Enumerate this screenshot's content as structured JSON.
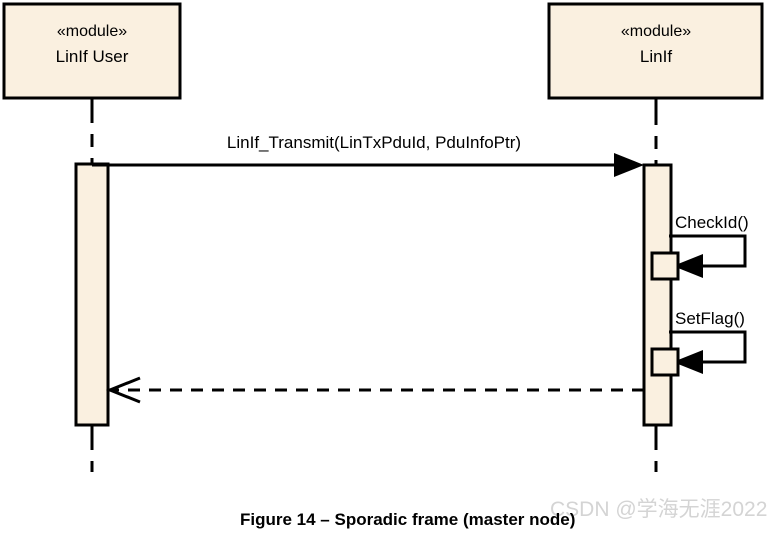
{
  "diagram": {
    "type": "uml-sequence-diagram",
    "background_color": "#ffffff",
    "line_color": "#000000",
    "box_fill_color": "#faf0e0",
    "participants": [
      {
        "id": "linif-user",
        "stereotype": "«module»",
        "name": "LinIf User"
      },
      {
        "id": "linif",
        "stereotype": "«module»",
        "name": "LinIf"
      }
    ],
    "messages": [
      {
        "id": "transmit-call",
        "label": "LinIf_Transmit(LinTxPduId, PduInfoPtr)",
        "from": "linif-user",
        "to": "linif",
        "kind": "synchronous-call",
        "arrow": "filled"
      },
      {
        "id": "checkid-selfcall",
        "label": "CheckId()",
        "from": "linif",
        "to": "linif",
        "kind": "self-call",
        "arrow": "filled"
      },
      {
        "id": "setflag-selfcall",
        "label": "SetFlag()",
        "from": "linif",
        "to": "linif",
        "kind": "self-call",
        "arrow": "filled"
      },
      {
        "id": "return-reply",
        "label": "",
        "from": "linif",
        "to": "linif-user",
        "kind": "return",
        "arrow": "open"
      }
    ]
  },
  "caption": {
    "text": "Figure 14 – Sporadic frame (master node)"
  },
  "watermark": {
    "text": "CSDN @学海无涯2022",
    "color": "#d4d4d4"
  }
}
